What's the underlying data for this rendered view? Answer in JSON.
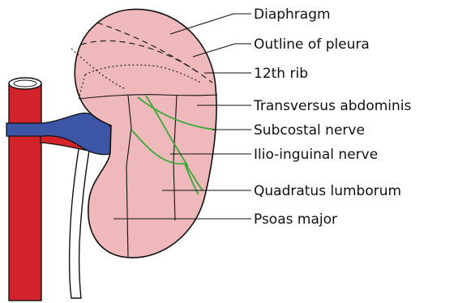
{
  "labels": {
    "diaphragm": "Diaphragm",
    "outline_of_pleura": "Outline of pleura",
    "rib_12": "12th rib",
    "transversus_abdominis": "Transversus abdominis",
    "subcostal_nerve": "Subcostal nerve",
    "ilio_inguinal_nerve": "Ilio-inguinal nerve",
    "quadratus_lumborum": "Quadratus lumborum",
    "psoas_major": "Psoas major"
  },
  "colors": {
    "kidney_fill": "#efb9bc",
    "artery": "#d2232a",
    "vein": "#3c55a5",
    "nerve": "#3aa83a",
    "outline": "#111111"
  }
}
